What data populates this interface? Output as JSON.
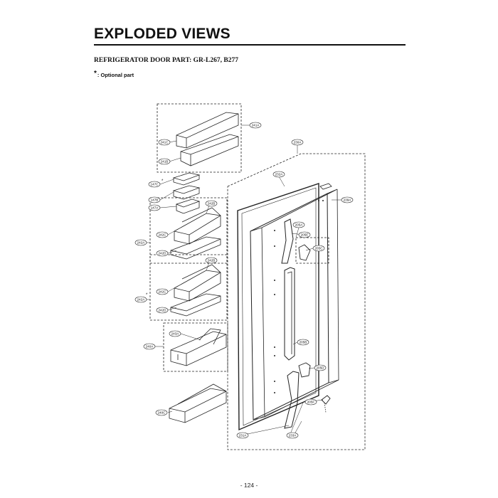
{
  "header": {
    "title": "EXPLODED VIEWS",
    "subtitle": "REFRIGERATOR DOOR PART: GR-L267, B277",
    "note_symbol": "*",
    "note_text": ": Optional part"
  },
  "footer": {
    "page_number": "- 124 -"
  },
  "parts": {
    "p241A": "241A",
    "p241C": "241C",
    "p241B": "241B",
    "p230A": "230A",
    "p232A": "232A",
    "p147C": "147C",
    "p147B": "147B",
    "p147A": "147A",
    "p239A": "239A",
    "p242B_1": "242B",
    "p242A_1": "242A",
    "p242C_1": "242C",
    "p242D_1": "242D",
    "p205A": "205A",
    "p205E": "205E",
    "p205C": "205C",
    "p242B_2": "242B",
    "p242A_2": "242A",
    "p242C_2": "242C",
    "p242D_2": "242D",
    "p243A": "243A",
    "p240A": "240A",
    "p205B": "205B",
    "p205D": "205D",
    "p205F": "205F",
    "p240C": "240C",
    "p231A": "231A",
    "p233A": "233A"
  },
  "optional_marks": {
    "m147C": "*",
    "m242A_2": "*"
  }
}
